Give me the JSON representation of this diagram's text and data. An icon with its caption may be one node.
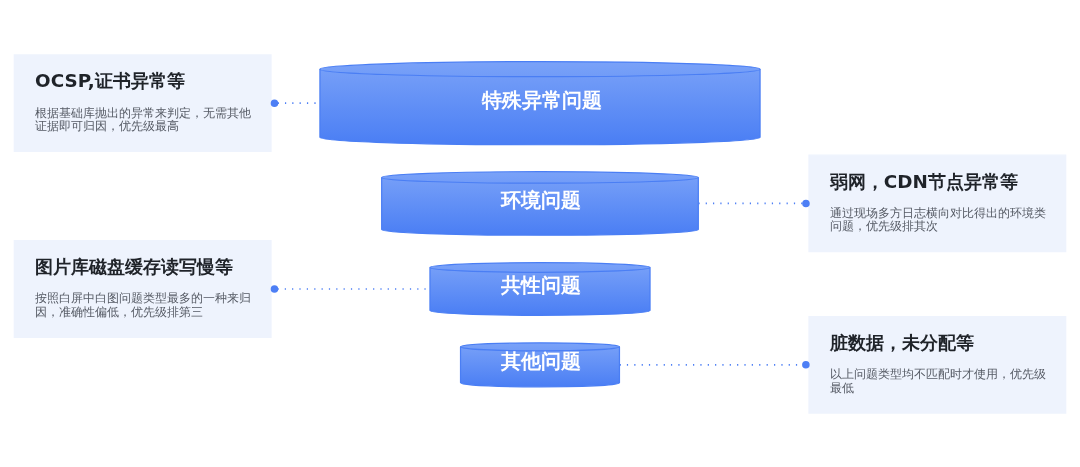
{
  "diagram": {
    "nodes": [
      {
        "text": [
          "OCSP,证书异常等",
          "根据基础库抛出的异常来判定，无需其他证据即可归因，优先级最高"
        ]
      },
      {
        "text": [
          "特殊异常问题"
        ]
      },
      {
        "text": [
          "环境问题"
        ]
      },
      {
        "text": [
          "弱网，CDN节点异常等",
          "通过现场多方日志横向对比得出的环境类问题，优先级排其次"
        ]
      },
      {
        "text": [
          "图片库磁盘缓存读写慢等",
          "按照白屏中白图问题类型最多的一种来归因，准确性偏低，优先级排第三"
        ]
      },
      {
        "text": [
          "共性问题"
        ]
      },
      {
        "text": [
          "其他问题"
        ]
      },
      {
        "text": [
          "脏数据，未分配等",
          "以上问题类型均不匹配时才使用，优先级最低"
        ]
      }
    ],
    "edges": [
      {
        "from": 0,
        "to": 1,
        "arrow": "other"
      },
      {
        "from": 2,
        "to": 3,
        "arrow": "other"
      },
      {
        "from": 4,
        "to": 5,
        "arrow": "other"
      },
      {
        "from": 6,
        "to": 7,
        "arrow": "other"
      }
    ]
  }
}
